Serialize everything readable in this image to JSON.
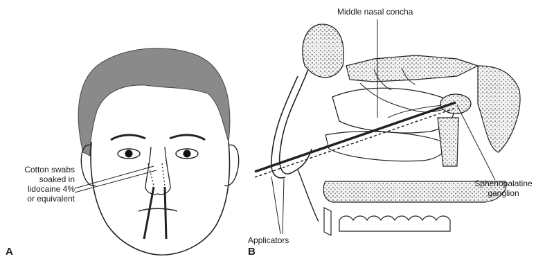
{
  "panels": {
    "left_letter": "A",
    "right_letter": "B"
  },
  "labels": {
    "cotton_swabs": [
      "Cotton swabs",
      "soaked in",
      "lidocaine 4%",
      "or equivalent"
    ],
    "middle_concha": "Middle nasal concha",
    "sphenopalatine": [
      "Sphenopalatine",
      "ganglion"
    ],
    "applicators": "Applicators"
  }
}
